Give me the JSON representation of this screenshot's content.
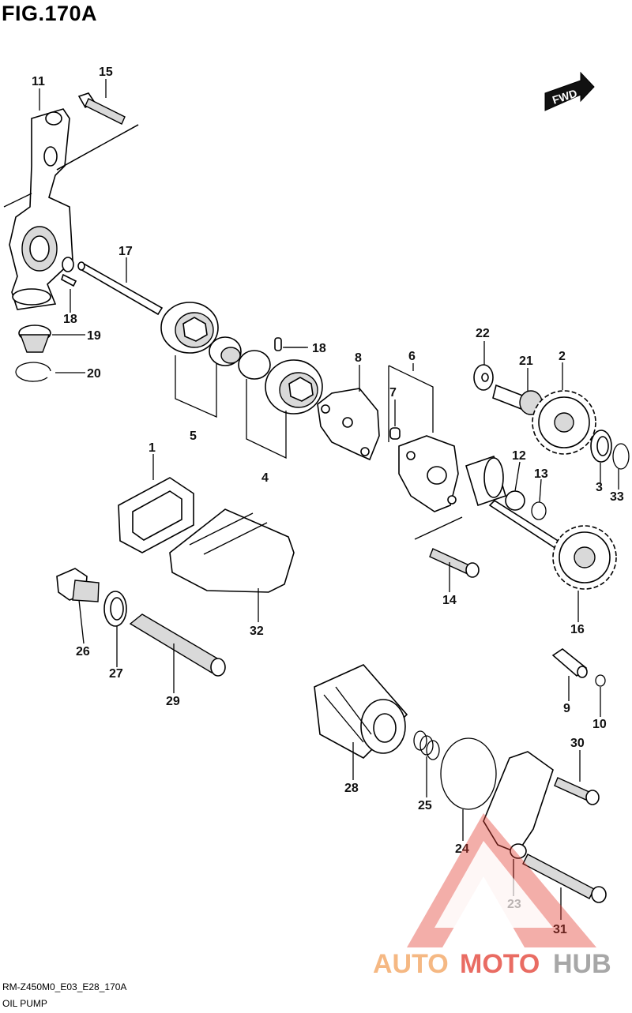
{
  "figure_title": "FIG.170A",
  "fwd_label": "FWD",
  "callouts": {
    "p1": "1",
    "p2": "2",
    "p3": "3",
    "p4": "4",
    "p5": "5",
    "p6": "6",
    "p7": "7",
    "p8": "8",
    "p9": "9",
    "p10": "10",
    "p11": "11",
    "p12": "12",
    "p13": "13",
    "p14": "14",
    "p15": "15",
    "p16": "16",
    "p17": "17",
    "p18a": "18",
    "p18b": "18",
    "p19": "19",
    "p20": "20",
    "p21": "21",
    "p22": "22",
    "p23": "23",
    "p24": "24",
    "p25": "25",
    "p26": "26",
    "p27": "27",
    "p28": "28",
    "p29": "29",
    "p30": "30",
    "p31": "31",
    "p32": "32",
    "p33": "33"
  },
  "footer": {
    "code": "RM-Z450M0_E03_E28_170A",
    "caption": "OIL PUMP"
  },
  "watermark": {
    "part1": "AUTO",
    "part2": "MOTO",
    "part3": "HUB",
    "color_orange": "#f2a15a",
    "color_red": "#e23b2f",
    "color_grey": "#8a8a8a"
  }
}
